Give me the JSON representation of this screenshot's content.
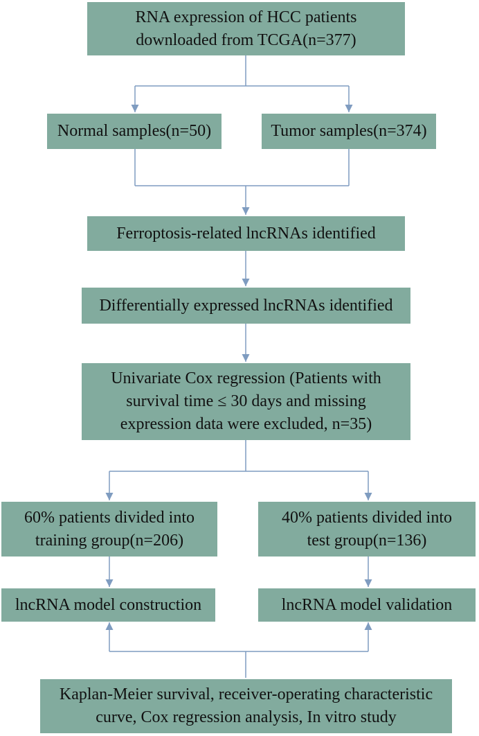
{
  "colors": {
    "box_fill": "#82ab9e",
    "connector": "#7f9cc0",
    "text": "#111111"
  },
  "boxes": {
    "tcga": [
      "RNA expression of HCC patients",
      "downloaded from TCGA(n=377)"
    ],
    "normal": "Normal samples(n=50)",
    "tumor": "Tumor samples(n=374)",
    "ferroptosis": "Ferroptosis-related lncRNAs identified",
    "differential": "Differentially expressed lncRNAs identified",
    "cox": [
      "Univariate Cox regression (Patients with",
      "survival time ≤ 30 days and missing",
      "expression data were excluded, n=35)"
    ],
    "training": [
      "60% patients divided into",
      "training group(n=206)"
    ],
    "test": [
      "40% patients divided into",
      "test group(n=136)"
    ],
    "construction": "lncRNA model construction",
    "validation": "lncRNA model validation",
    "analysis": [
      "Kaplan-Meier survival, receiver-operating characteristic",
      "curve, Cox regression analysis, In vitro study"
    ]
  }
}
